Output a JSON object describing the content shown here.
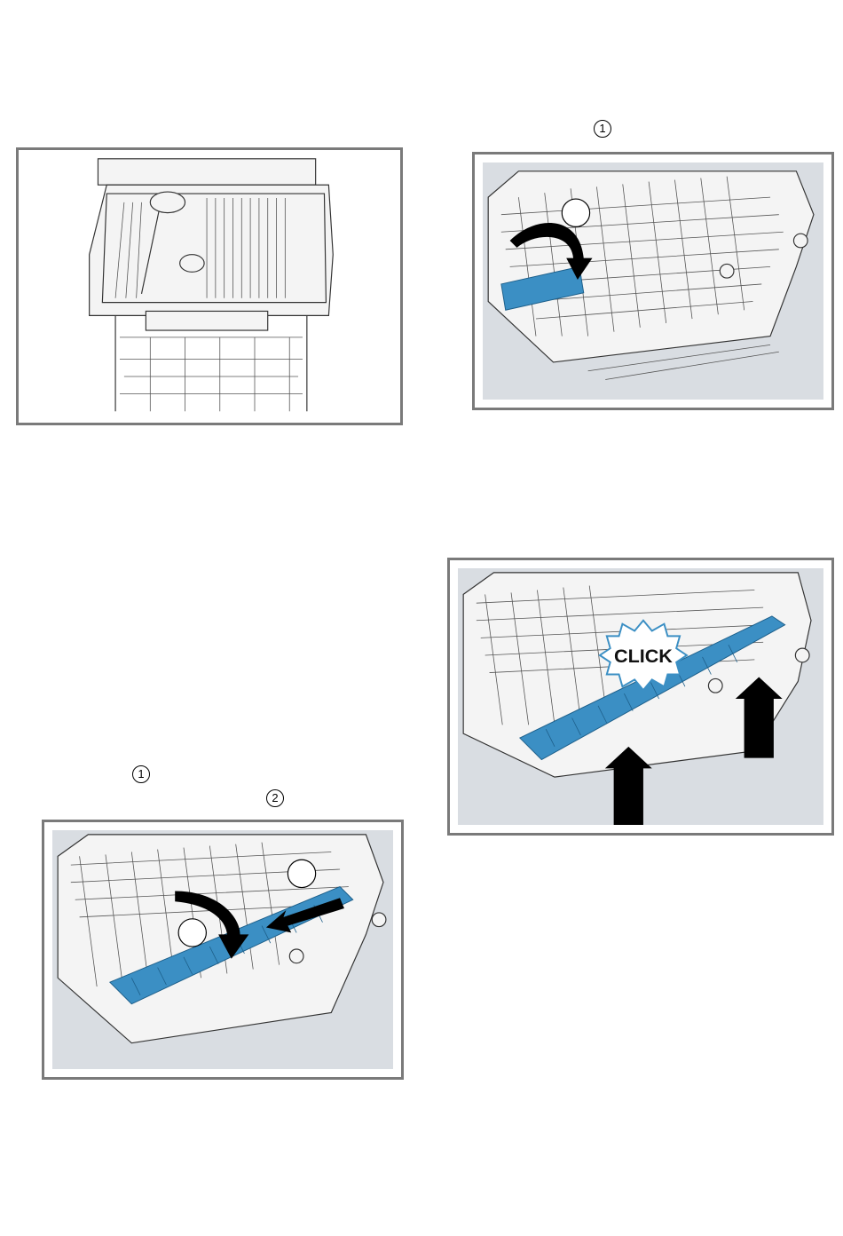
{
  "callouts": {
    "fig2_step1": "1",
    "fig3_step1": "1",
    "fig3_step2": "2"
  },
  "click_label": "CLICK",
  "colors": {
    "frame": "#7a7a7a",
    "panel_bg": "#d9dde2",
    "tray_blue": "#3b8fc4"
  }
}
